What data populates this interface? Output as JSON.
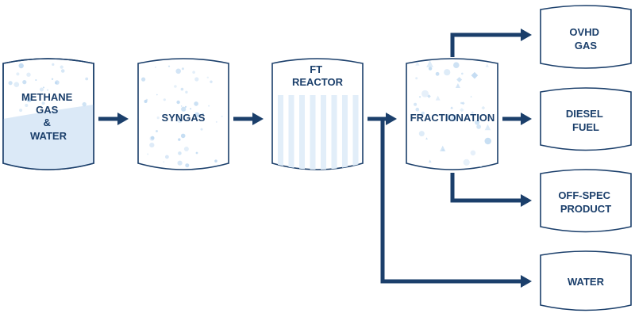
{
  "colors": {
    "stroke": "#1b3f6b",
    "arrow": "#1b3f6b",
    "liquid": "#dbe9f7",
    "bubble": "#b9d6f0",
    "stripe": "#e2eef9"
  },
  "nodes": {
    "feed": {
      "lines": [
        "METHANE",
        "GAS",
        "&",
        "WATER"
      ]
    },
    "syngas": {
      "lines": [
        "SYNGAS"
      ]
    },
    "ft_reactor": {
      "lines": [
        "FT",
        "REACTOR"
      ]
    },
    "fractionation": {
      "lines": [
        "FRACTIONATION"
      ]
    },
    "ovhd_gas": {
      "lines": [
        "OVHD",
        "GAS"
      ]
    },
    "diesel_fuel": {
      "lines": [
        "DIESEL",
        "FUEL"
      ]
    },
    "off_spec": {
      "lines": [
        "OFF-SPEC",
        "PRODUCT"
      ]
    },
    "water": {
      "lines": [
        "WATER"
      ]
    }
  },
  "edges": [
    {
      "from": "feed",
      "to": "syngas"
    },
    {
      "from": "syngas",
      "to": "ft_reactor"
    },
    {
      "from": "ft_reactor",
      "to": "fractionation"
    },
    {
      "from": "ft_reactor",
      "to": "water"
    },
    {
      "from": "fractionation",
      "to": "ovhd_gas"
    },
    {
      "from": "fractionation",
      "to": "diesel_fuel"
    },
    {
      "from": "fractionation",
      "to": "off_spec"
    }
  ]
}
